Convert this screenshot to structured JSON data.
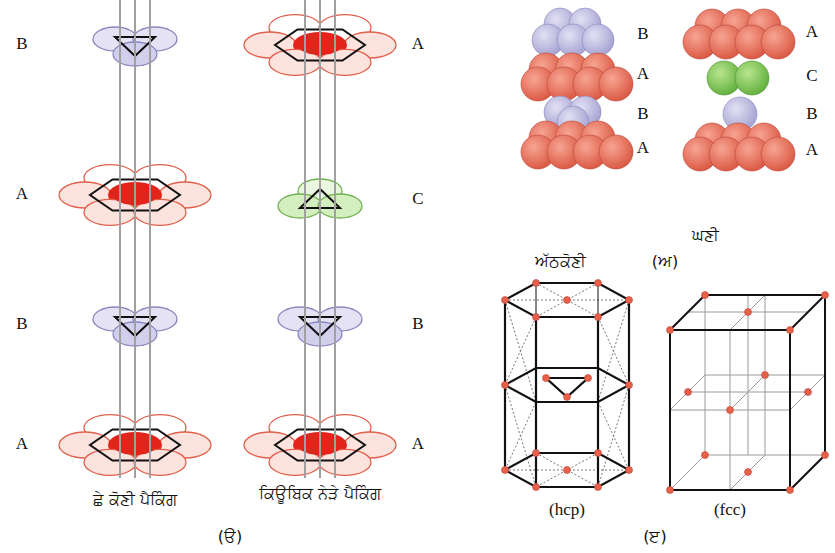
{
  "diagram": {
    "labels": [
      "B",
      "A",
      "B",
      "A",
      "A",
      "C",
      "B",
      "A",
      "ਛੇ ਕੋਣੀ ਪੈਕਿੰਗ",
      "ਕਿਊਬਿਕ ਨੇੜੇ ਪੈਕਿੰਗ",
      "(ੳ)",
      "B",
      "A",
      "B",
      "A",
      "A",
      "C",
      "B",
      "A",
      "ਘਣੀ",
      "ਅੱਠਕੋਣੀ",
      "(ਅ)",
      "(hcp)",
      "(fcc)",
      "(ੲ)"
    ]
  }
}
